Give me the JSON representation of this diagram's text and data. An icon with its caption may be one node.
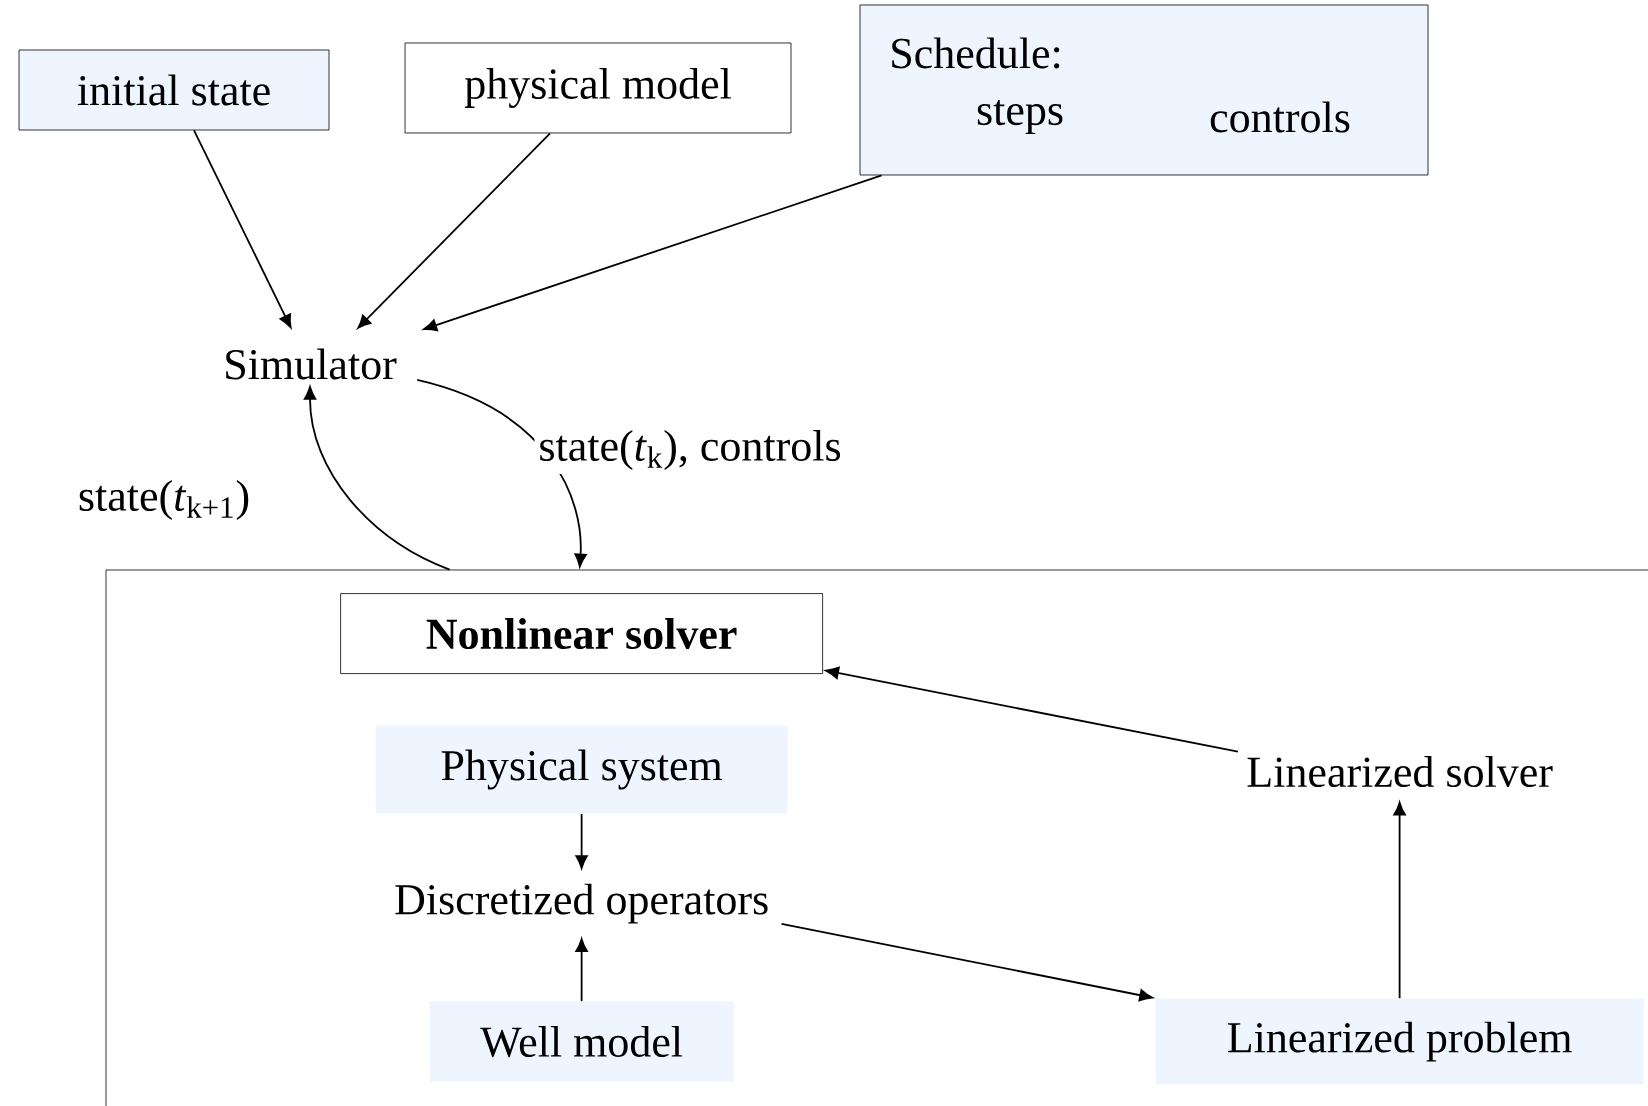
{
  "diagram": {
    "nodes": [
      {
        "text": [
          "initial state"
        ]
      },
      {
        "text": [
          "physical model"
        ]
      },
      {
        "text": [
          "Schedule:",
          "steps",
          "controls"
        ]
      },
      {
        "text": [
          "Simulator"
        ]
      },
      {
        "text": [],
        "shape": "box"
      },
      {
        "text": [
          "Nonlinear solver"
        ],
        "in": 4
      },
      {
        "text": [
          "Physical system"
        ],
        "in": 4
      },
      {
        "text": [
          "Discretized operators"
        ],
        "in": 4
      },
      {
        "text": [
          "Well model"
        ],
        "in": 4
      },
      {
        "text": [
          "Linearized solver"
        ],
        "in": 4
      },
      {
        "text": [
          "Linearized problem"
        ],
        "in": 4
      }
    ],
    "edges": [
      {
        "from": 0,
        "to": 3,
        "arrow": "to"
      },
      {
        "from": 1,
        "to": 3,
        "arrow": "to"
      },
      {
        "from": 2,
        "to": 3,
        "arrow": "to"
      },
      {
        "from": 3,
        "to": 4,
        "arrow": "to",
        "label": "state(*t*$_{k}$), controls"
      },
      {
        "from": 4,
        "to": 3,
        "arrow": "to",
        "label": "state(*t*$_{k+1}$)"
      },
      {
        "from": 6,
        "to": 7,
        "arrow": "to"
      },
      {
        "from": 8,
        "to": 7,
        "arrow": "to"
      },
      {
        "from": 7,
        "to": 10,
        "arrow": "to"
      },
      {
        "from": 10,
        "to": 9,
        "arrow": "to"
      },
      {
        "from": 9,
        "to": 5,
        "arrow": "to"
      }
    ]
  }
}
